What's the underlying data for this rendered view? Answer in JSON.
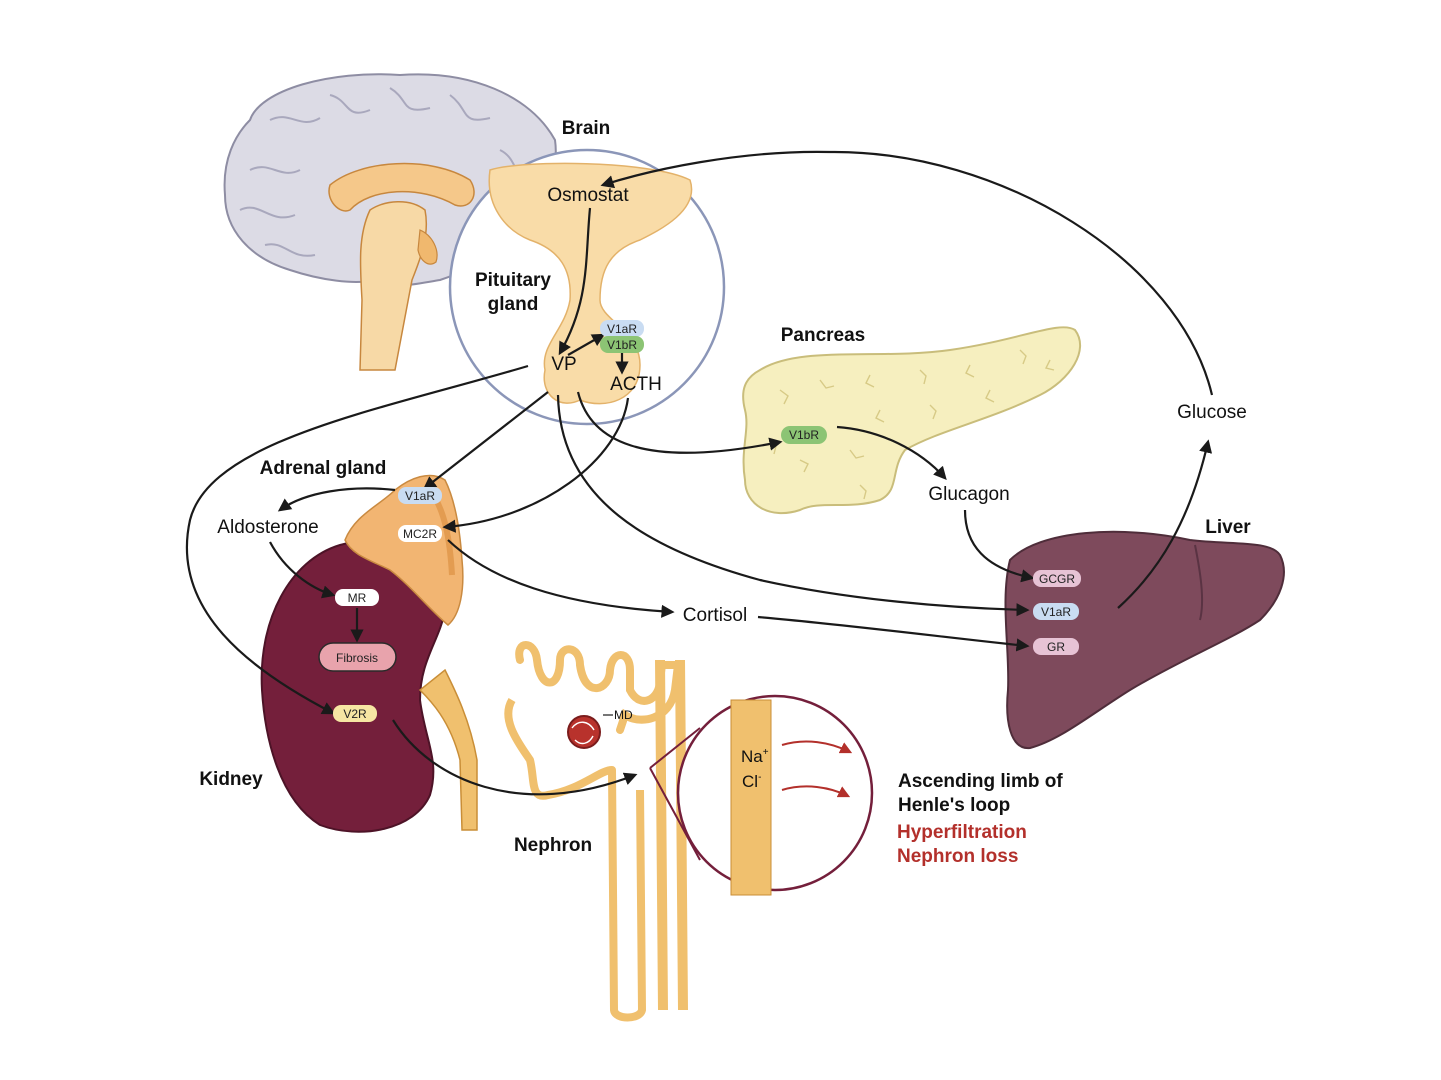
{
  "colors": {
    "brain_gray": "#d9d8e2",
    "pituitary_fill": "#f9dca8",
    "pituitary_circle": "#8b96b8",
    "pancreas_fill": "#f6efbf",
    "liver_fill": "#7e4a5c",
    "kidney_fill": "#741f3b",
    "adrenal_fill": "#f2b572",
    "nephron_fill": "#f0c06e",
    "chip_blue": "#c9dcf2",
    "chip_green": "#8cc474",
    "chip_pink": "#e7c3d5",
    "chip_yellow": "#f6e6a3",
    "chip_white": "#ffffff",
    "fibrosis_fill": "#e8a3ac",
    "red_text": "#b3302b"
  },
  "labels": {
    "brain": "Brain",
    "pituitary": [
      "Pituitary",
      "gland"
    ],
    "osmostat": "Osmostat",
    "vp": "VP",
    "acth": "ACTH",
    "pancreas": "Pancreas",
    "glucagon": "Glucagon",
    "glucose": "Glucose",
    "liver": "Liver",
    "adrenal": "Adrenal gland",
    "aldosterone": "Aldosterone",
    "cortisol": "Cortisol",
    "kidney": "Kidney",
    "nephron": "Nephron",
    "md": "MD",
    "na": "Na",
    "na_sup": "+",
    "cl": "Cl",
    "cl_sup": "-",
    "henle": [
      "Ascending limb of",
      "Henle's loop"
    ],
    "effects": [
      "Hyperfiltration",
      "Nephron loss"
    ]
  },
  "receptors": {
    "pit_v1ar": "V1aR",
    "pit_v1br": "V1bR",
    "pancreas_v1br": "V1bR",
    "adrenal_v1ar": "V1aR",
    "adrenal_mc2r": "MC2R",
    "kidney_mr": "MR",
    "kidney_fibrosis": "Fibrosis",
    "kidney_v2r": "V2R",
    "liver_gcgr": "GCGR",
    "liver_v1ar": "V1aR",
    "liver_gr": "GR"
  }
}
